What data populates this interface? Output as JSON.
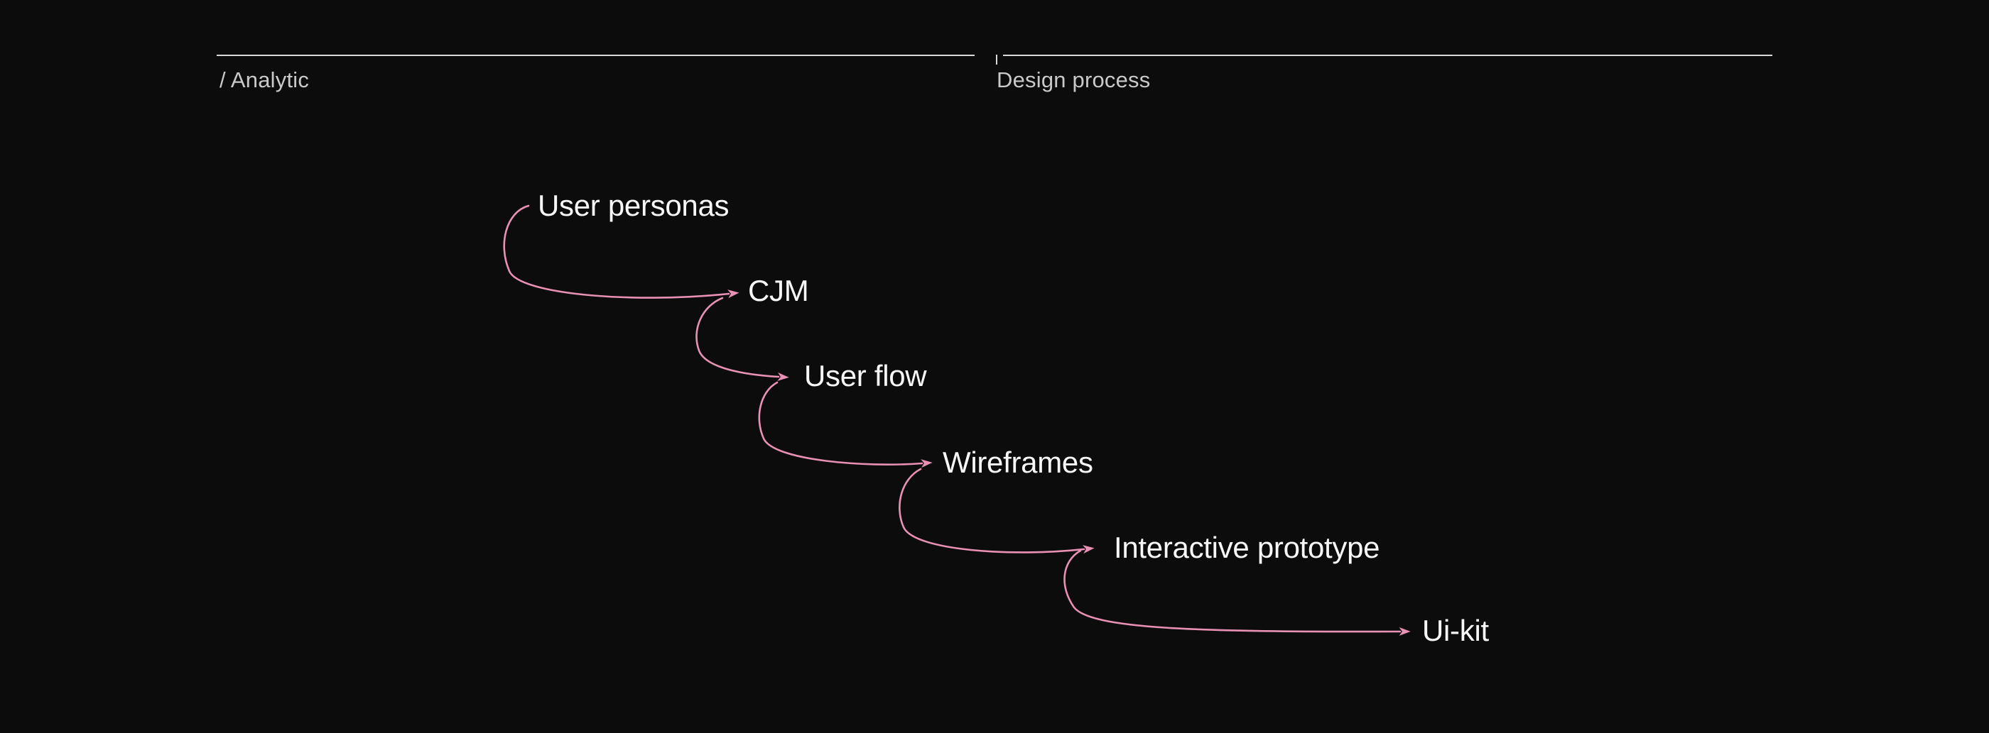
{
  "header": {
    "left_section_label": "/ Analytic",
    "right_section_label": "Design process"
  },
  "diagram": {
    "nodes": [
      {
        "label": "User personas"
      },
      {
        "label": "CJM"
      },
      {
        "label": "User flow"
      },
      {
        "label": "Wireframes"
      },
      {
        "label": "Interactive prototype"
      },
      {
        "label": "Ui-kit"
      }
    ]
  },
  "colors": {
    "background": "#0c0c0d",
    "node_text": "#f7f7f7",
    "header_text": "#c9c9c9",
    "rule": "#d9d9d9",
    "connector": "#e991b5"
  }
}
